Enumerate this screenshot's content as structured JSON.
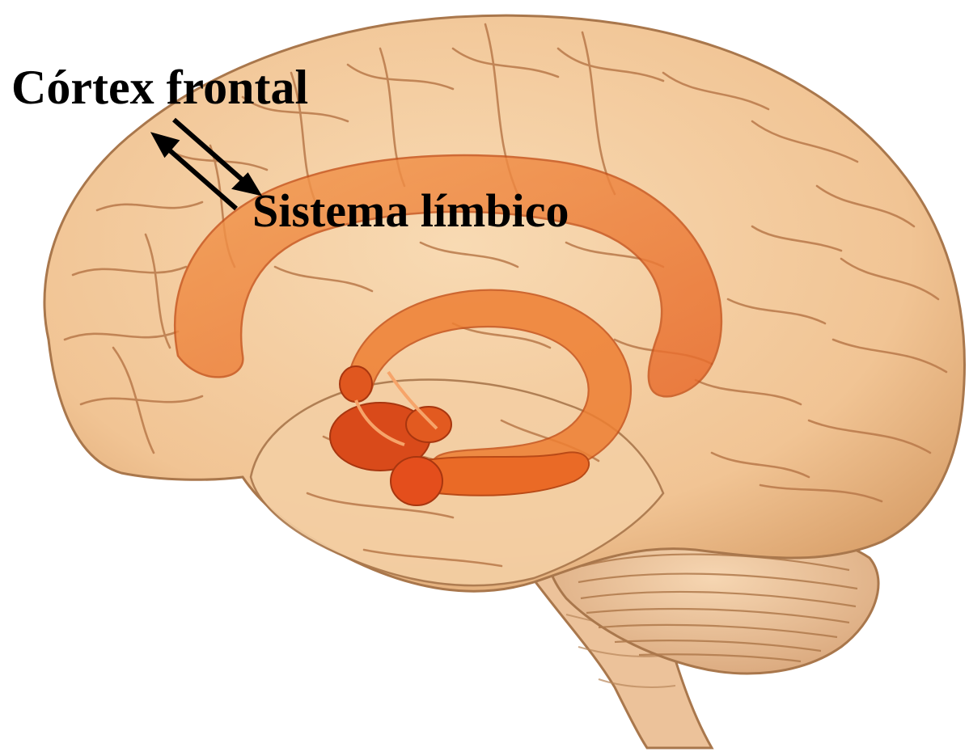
{
  "labels": {
    "frontal_cortex": "Córtex frontal",
    "limbic_system": "Sistema límbico"
  },
  "colors": {
    "background": "#ffffff",
    "cortex_fill": "#f3c99a",
    "cortex_shade": "#d9a06a",
    "sulcus_line": "#b9794a",
    "limbic_fill": "#f07a2a",
    "limbic_dark": "#d2521a",
    "amygdala": "#e0491b",
    "cerebellum_fill": "#efc39a",
    "brainstem_fill": "#ecc29a",
    "label_text": "#000000",
    "arrow": "#000000"
  },
  "arrows": {
    "direction": "bidirectional",
    "connects": [
      "frontal_cortex",
      "limbic_system"
    ]
  }
}
